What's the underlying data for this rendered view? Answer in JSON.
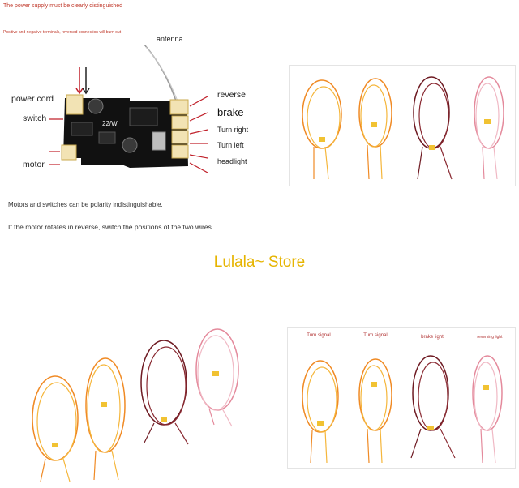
{
  "warnings": {
    "power_supply": "The power supply must be clearly distinguished",
    "polarity": "Positive and negative terminals, reversed connection will burn out"
  },
  "board_labels": {
    "antenna": "antenna",
    "power_cord": "power cord",
    "switch": "switch",
    "motor": "motor",
    "reverse": "reverse",
    "brake": "brake",
    "turn_right": "Turn right",
    "turn_left": "Turn left",
    "headlight": "headlight",
    "board_marking": "22/W"
  },
  "notes": {
    "polarity_note": "Motors and switches can be polarity indistinguishable.",
    "reverse_note": "If the motor rotates in reverse, switch the positions of the two wires."
  },
  "store_name": "Lulala~ Store",
  "wire_captions": [
    "Turn signal",
    "Turn signal",
    "brake light",
    "reversing light"
  ],
  "colors": {
    "orange_wire": "#f08a24",
    "yellow_wire": "#f5b63b",
    "dark_red_wire": "#6e1a22",
    "pink_wire": "#e48a9c",
    "store_text": "#e6b400",
    "warning_text": "#c0392b",
    "arrow_red": "#c0202a"
  }
}
